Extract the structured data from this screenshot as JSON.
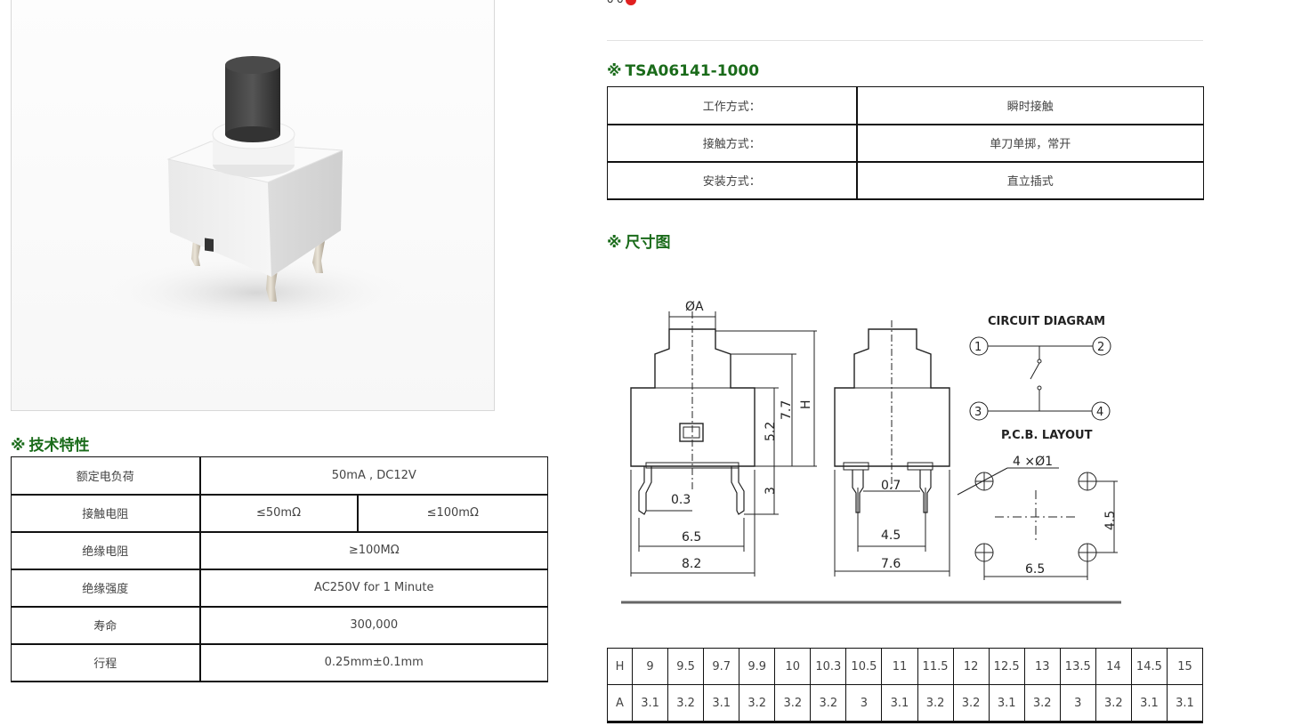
{
  "top_cutoff_text": "o o",
  "product_photo": {
    "alt": "push-button-switch-render"
  },
  "tech_section": {
    "mark": "※",
    "title": "技术特性",
    "rows": [
      {
        "label": "额定电负荷",
        "value": "50mA , DC12V"
      },
      {
        "label": "接触电阻",
        "value_a": "≤50mΩ",
        "value_b": "≤100mΩ"
      },
      {
        "label": "绝缘电阻",
        "value": "≥100MΩ"
      },
      {
        "label": "绝缘强度",
        "value": "AC250V for 1 Minute"
      },
      {
        "label": "寿命",
        "value": "300,000"
      },
      {
        "label": "行程",
        "value": "0.25mm±0.1mm"
      }
    ]
  },
  "model_section": {
    "mark": "※",
    "title": "TSA06141-1000",
    "rows": [
      {
        "label": "工作方式：",
        "value": "瞬时接触"
      },
      {
        "label": "接触方式：",
        "value": "单刀单掷，常开"
      },
      {
        "label": "安装方式：",
        "value": "直立插式"
      }
    ]
  },
  "dimension_section": {
    "mark": "※",
    "title": "尺寸图"
  },
  "drawing_labels": {
    "phi_a": "ØA",
    "h": "H",
    "d77": "7.7",
    "d52": "5.2",
    "d3": "3",
    "d03": "0.3",
    "d65": "6.5",
    "d82": "8.2",
    "d07": "0.7",
    "d45": "4.5",
    "d76": "7.6",
    "circuit_title": "CIRCUIT DIAGRAM",
    "pin1": "1",
    "pin2": "2",
    "pin3": "3",
    "pin4": "4",
    "pcb_title": "P.C.B. LAYOUT",
    "holes": "4 ×Ø1",
    "pcb_v": "4.5",
    "pcb_h": "6.5"
  },
  "dim_table": {
    "h_label": "H",
    "h_values": [
      "9",
      "9.5",
      "9.7",
      "9.9",
      "10",
      "10.3",
      "10.5",
      "11",
      "11.5",
      "12",
      "12.5",
      "13",
      "13.5",
      "14",
      "14.5",
      "15"
    ],
    "a_label": "A",
    "a_values": [
      "3.1",
      "3.2",
      "3.1",
      "3.2",
      "3.2",
      "3.2",
      "3",
      "3.1",
      "3.2",
      "3.2",
      "3.1",
      "3.2",
      "3",
      "3.2",
      "3.1",
      "3.1"
    ]
  },
  "colors": {
    "heading_green": "#1a6b1a",
    "border": "#111111",
    "badge_red": "#e02020"
  }
}
